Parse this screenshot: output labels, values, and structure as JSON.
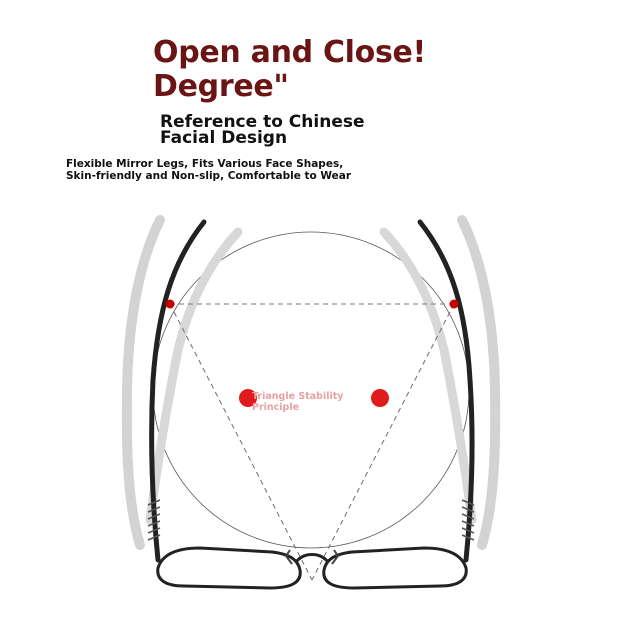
{
  "headline": "Open and Close!\n Degree\"",
  "subheading": "Reference to Chinese\n Facial Design",
  "features": "Flexible Mirror Legs, Fits Various Face Shapes,\n Skin-friendly and Non-slip, Comfortable to Wear",
  "diagram_label": "Triangle Stability\nPrinciple",
  "colors": {
    "headline": "#6b1414",
    "accent_dot": "#cc0000",
    "frame": "#222222",
    "ghost_temple": "#cfcfcf"
  }
}
